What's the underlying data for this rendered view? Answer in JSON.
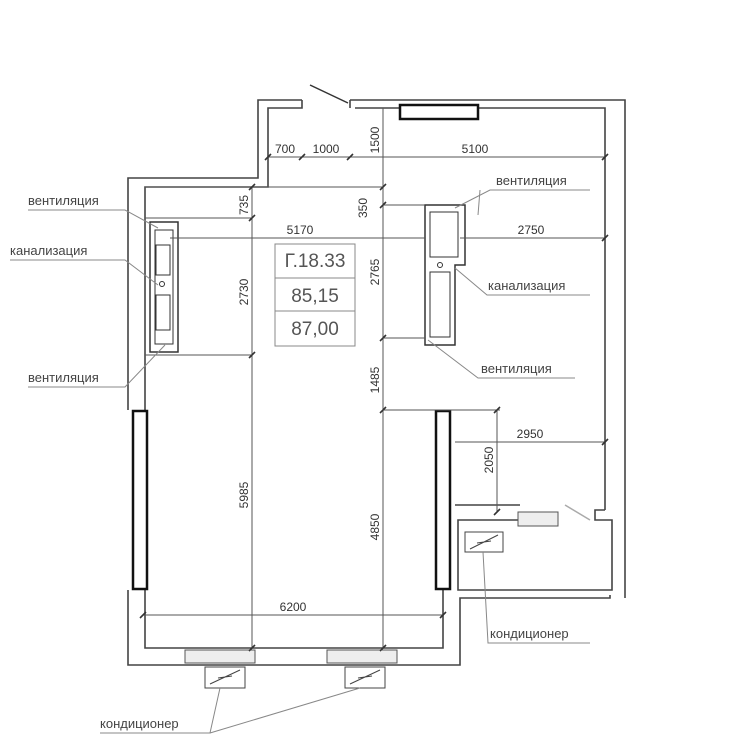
{
  "apartment": {
    "code": "Г.18.33",
    "area_living": "85,15",
    "area_total": "87,00"
  },
  "dimensions": {
    "d700": "700",
    "d1000": "1000",
    "d1500": "1500",
    "d5100": "5100",
    "d735": "735",
    "d350": "350",
    "d5170": "5170",
    "d2750": "2750",
    "d2730": "2730",
    "d2765": "2765",
    "d1485": "1485",
    "d2950": "2950",
    "d2050": "2050",
    "d5985": "5985",
    "d4850": "4850",
    "d6200": "6200"
  },
  "labels": {
    "vent_left_top": "вентиляция",
    "sewer_left": "канализация",
    "vent_left_bottom": "вентиляция",
    "vent_right_top": "вентиляция",
    "sewer_right": "канализация",
    "vent_right_bottom": "вентиляция",
    "ac_right": "кондиционер",
    "ac_bottom": "кондиционер"
  }
}
